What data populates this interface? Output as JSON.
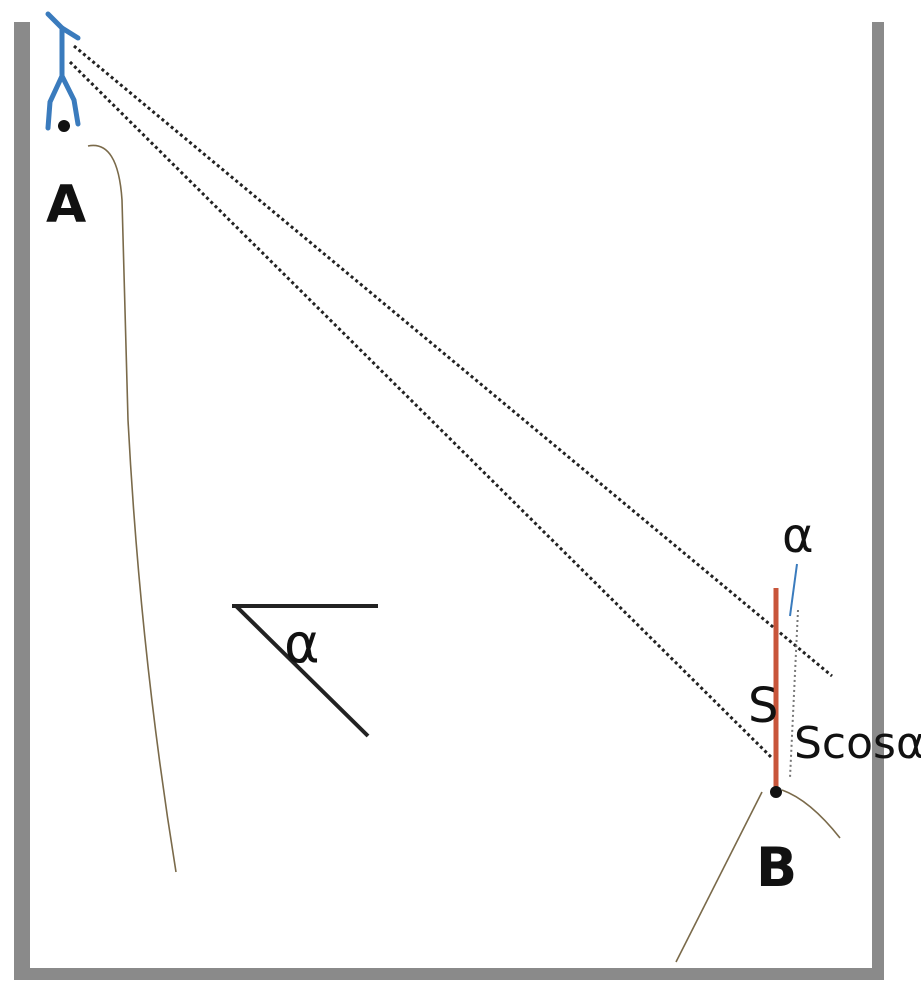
{
  "labels": {
    "point_a": "A",
    "point_b": "B",
    "alpha_top": "α",
    "alpha_inset": "α",
    "staff_length": "S",
    "staff_projection": "Scosα"
  },
  "colors": {
    "observer": "#3a7bbd",
    "staff": "#c8553a",
    "sight_lines": "#222222",
    "terrain": "#7a6a4a",
    "frame_shadow": "#8a8a8a"
  },
  "icons": {
    "observer": "observer-figure-icon"
  }
}
